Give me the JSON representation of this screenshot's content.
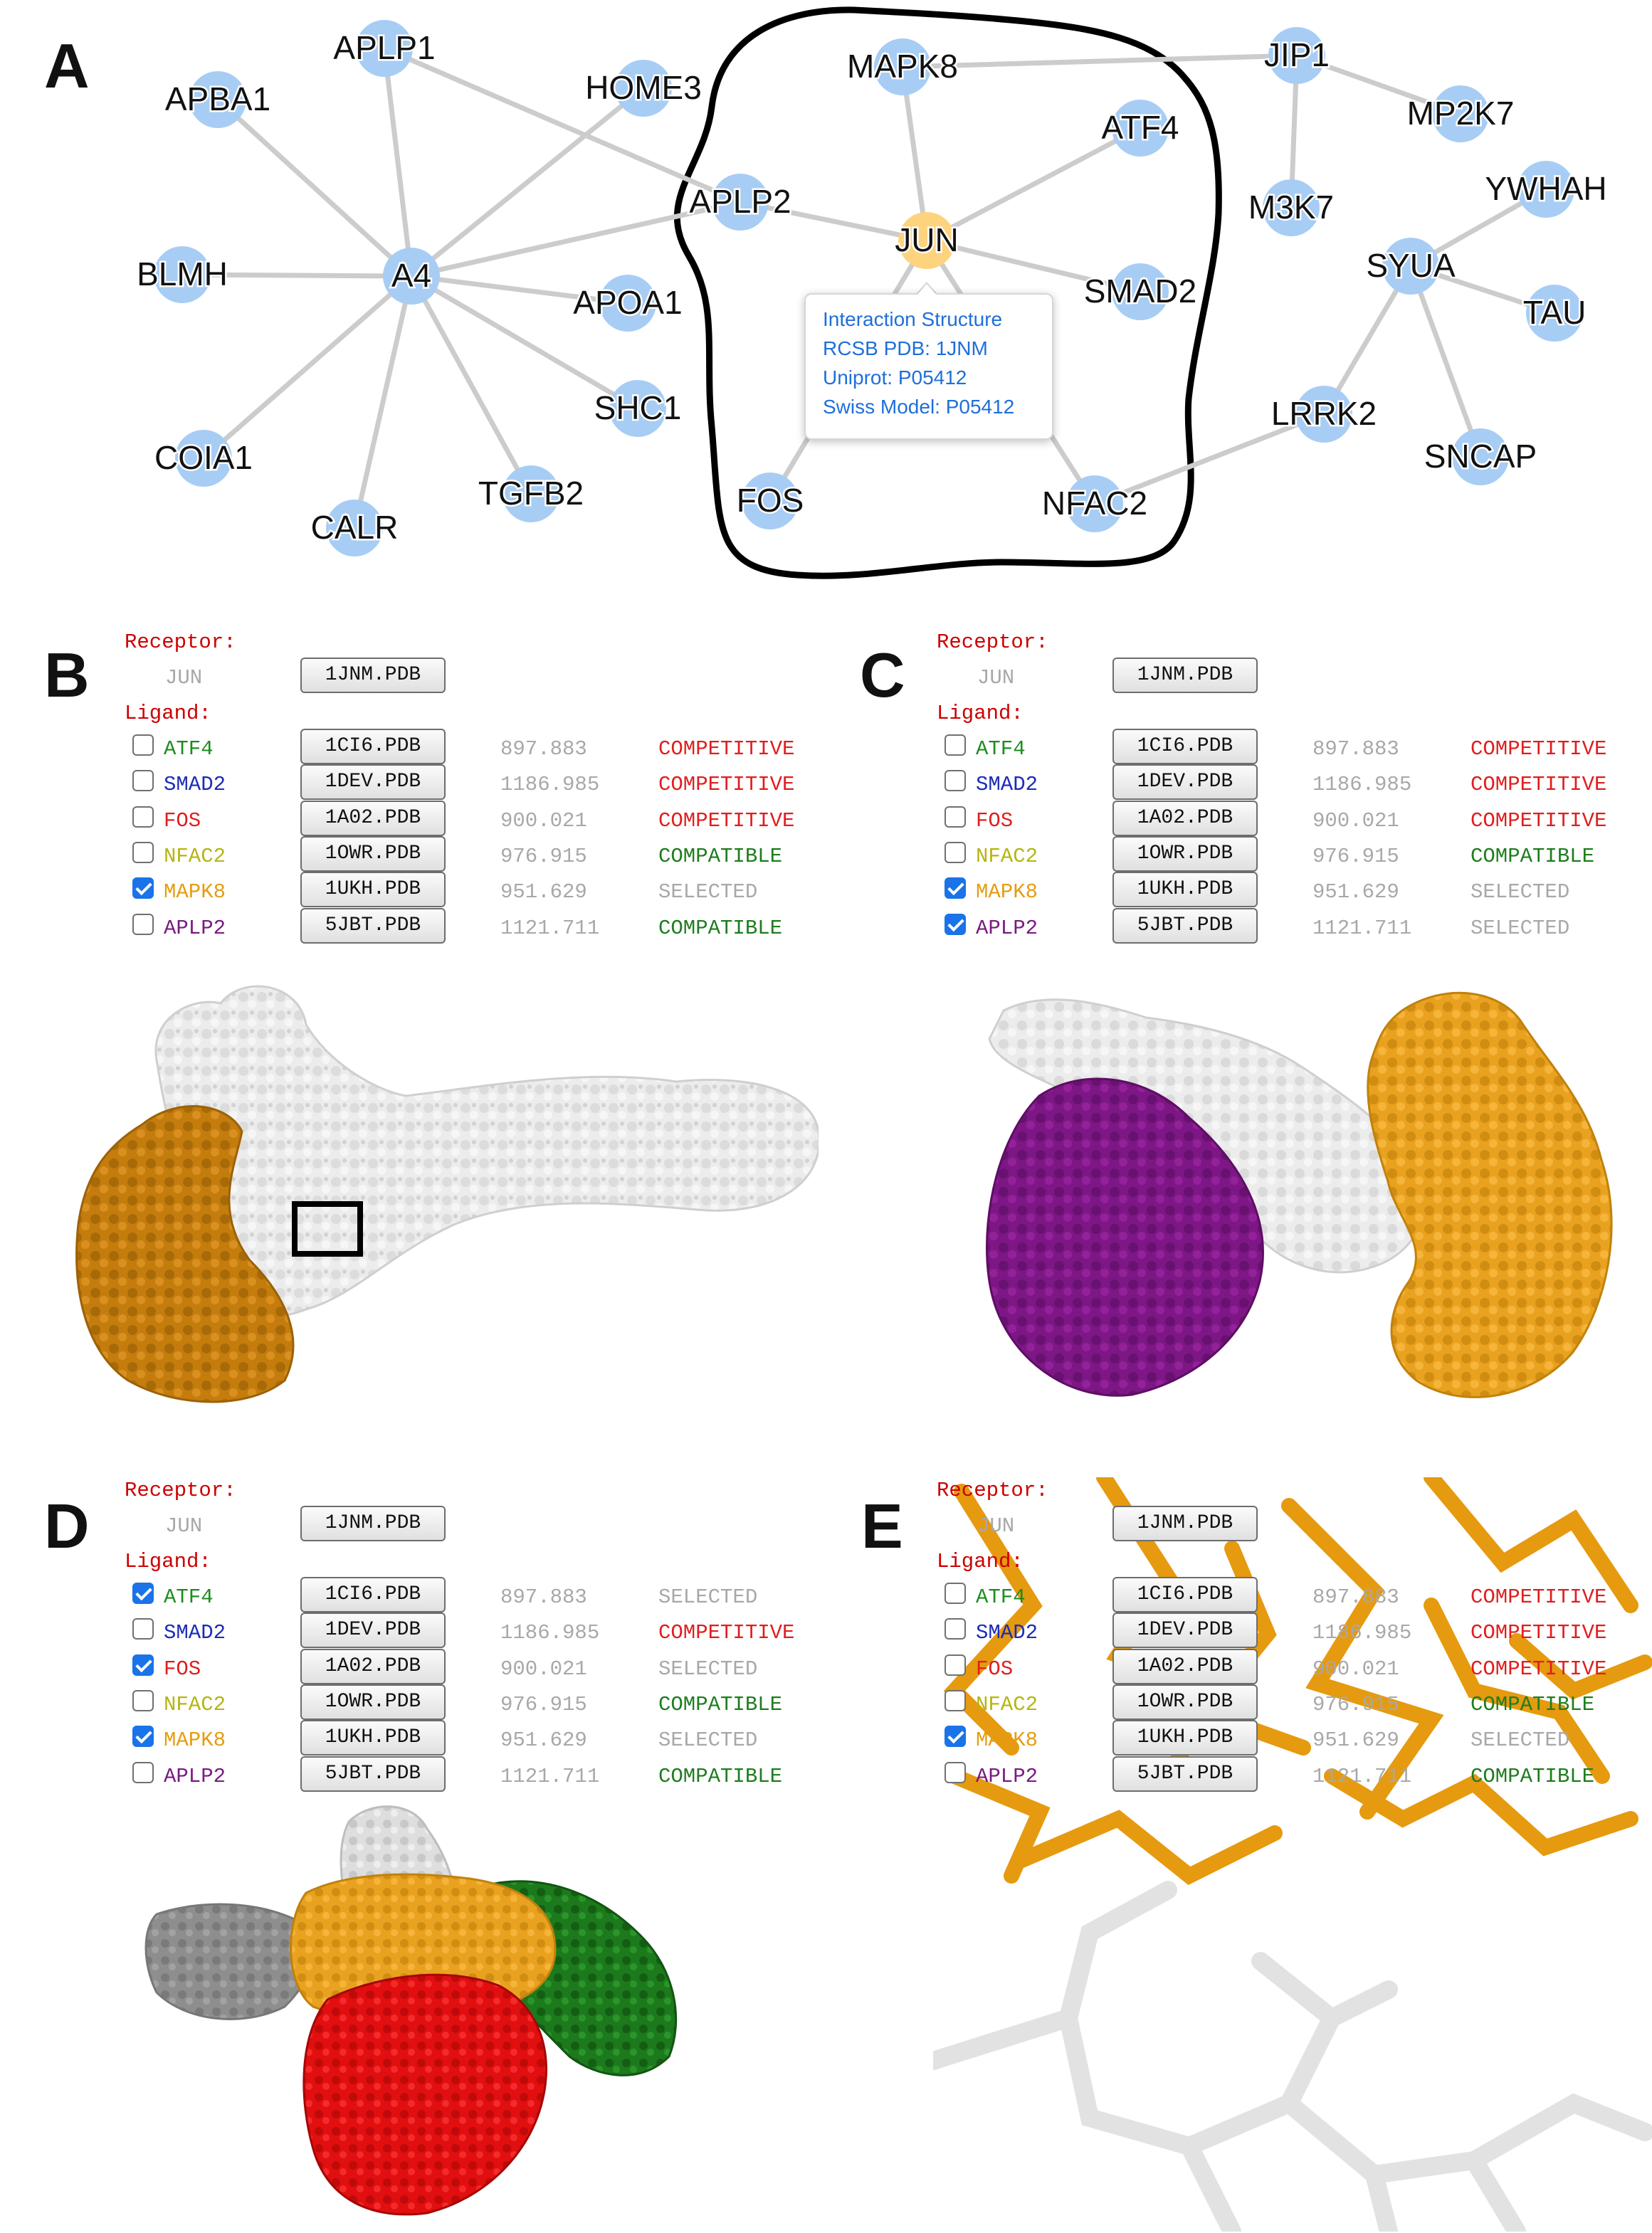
{
  "panel_labels": [
    "A",
    "B",
    "C",
    "D",
    "E"
  ],
  "network": {
    "nodes": [
      {
        "id": "APLP1",
        "label": "APLP1"
      },
      {
        "id": "APBA1",
        "label": "APBA1"
      },
      {
        "id": "HOME3",
        "label": "HOME3"
      },
      {
        "id": "BLMH",
        "label": "BLMH"
      },
      {
        "id": "A4",
        "label": "A4"
      },
      {
        "id": "APOA1",
        "label": "APOA1"
      },
      {
        "id": "COIA1",
        "label": "COIA1"
      },
      {
        "id": "SHC1",
        "label": "SHC1"
      },
      {
        "id": "TGFB2",
        "label": "TGFB2"
      },
      {
        "id": "CALR",
        "label": "CALR"
      },
      {
        "id": "MAPK8",
        "label": "MAPK8"
      },
      {
        "id": "ATF4",
        "label": "ATF4"
      },
      {
        "id": "APLP2",
        "label": "APLP2"
      },
      {
        "id": "JUN",
        "label": "JUN",
        "selected": true
      },
      {
        "id": "SMAD2",
        "label": "SMAD2"
      },
      {
        "id": "FOS",
        "label": "FOS"
      },
      {
        "id": "NFAC2",
        "label": "NFAC2"
      },
      {
        "id": "JIP1",
        "label": "JIP1"
      },
      {
        "id": "MP2K7",
        "label": "MP2K7"
      },
      {
        "id": "M3K7",
        "label": "M3K7"
      },
      {
        "id": "YWHAH",
        "label": "YWHAH"
      },
      {
        "id": "SYUA",
        "label": "SYUA"
      },
      {
        "id": "TAU",
        "label": "TAU"
      },
      {
        "id": "LRRK2",
        "label": "LRRK2"
      },
      {
        "id": "SNCAP",
        "label": "SNCAP"
      }
    ],
    "edges": [
      [
        "A4",
        "APBA1"
      ],
      [
        "A4",
        "APLP1"
      ],
      [
        "A4",
        "HOME3"
      ],
      [
        "A4",
        "BLMH"
      ],
      [
        "A4",
        "APLP2"
      ],
      [
        "A4",
        "APOA1"
      ],
      [
        "A4",
        "SHC1"
      ],
      [
        "A4",
        "TGFB2"
      ],
      [
        "A4",
        "CALR"
      ],
      [
        "A4",
        "COIA1"
      ],
      [
        "APLP1",
        "APLP2"
      ],
      [
        "APLP2",
        "JUN"
      ],
      [
        "JUN",
        "MAPK8"
      ],
      [
        "JUN",
        "ATF4"
      ],
      [
        "JUN",
        "SMAD2"
      ],
      [
        "JUN",
        "FOS"
      ],
      [
        "JUN",
        "NFAC2"
      ],
      [
        "MAPK8",
        "JIP1"
      ],
      [
        "JIP1",
        "MP2K7"
      ],
      [
        "JIP1",
        "M3K7"
      ],
      [
        "NFAC2",
        "LRRK2"
      ],
      [
        "LRRK2",
        "SYUA"
      ],
      [
        "SYUA",
        "YWHAH"
      ],
      [
        "SYUA",
        "TAU"
      ],
      [
        "SYUA",
        "SNCAP"
      ]
    ],
    "colors": {
      "node": "#a7cdf5",
      "selected_node": "#fdd37e",
      "edge": "#cccccc",
      "outline": "#000000"
    },
    "tooltip": {
      "title": "Interaction Structure",
      "lines": [
        "RCSB PDB: 1JNM",
        "Uniprot: P05412",
        "Swiss Model: P05412"
      ]
    }
  },
  "ligand_colors": {
    "ATF4": "#1e8c1e",
    "SMAD2": "#1b2bb8",
    "FOS": "#e01e1e",
    "NFAC2": "#b5b512",
    "MAPK8": "#e69c10",
    "APLP2": "#7a1a82"
  },
  "status_colors": {
    "COMPETITIVE": "#e01e1e",
    "COMPATIBLE": "#1e7d1e",
    "SELECTED": "#a8a8a8"
  },
  "panels": [
    {
      "label": "B",
      "receptor_heading": "Receptor:",
      "ligand_heading": "Ligand:",
      "receptor": {
        "name": "JUN",
        "pdb": "1JNM.PDB"
      },
      "ligands": [
        {
          "name": "ATF4",
          "pdb": "1CI6.PDB",
          "score": "897.883",
          "status": "COMPETITIVE",
          "checked": false
        },
        {
          "name": "SMAD2",
          "pdb": "1DEV.PDB",
          "score": "1186.985",
          "status": "COMPETITIVE",
          "checked": false
        },
        {
          "name": "FOS",
          "pdb": "1A02.PDB",
          "score": "900.021",
          "status": "COMPETITIVE",
          "checked": false
        },
        {
          "name": "NFAC2",
          "pdb": "1OWR.PDB",
          "score": "976.915",
          "status": "COMPATIBLE",
          "checked": false
        },
        {
          "name": "MAPK8",
          "pdb": "1UKH.PDB",
          "score": "951.629",
          "status": "SELECTED",
          "checked": true
        },
        {
          "name": "APLP2",
          "pdb": "5JBT.PDB",
          "score": "1121.711",
          "status": "COMPATIBLE",
          "checked": false
        }
      ]
    },
    {
      "label": "C",
      "receptor_heading": "Receptor:",
      "ligand_heading": "Ligand:",
      "receptor": {
        "name": "JUN",
        "pdb": "1JNM.PDB"
      },
      "ligands": [
        {
          "name": "ATF4",
          "pdb": "1CI6.PDB",
          "score": "897.883",
          "status": "COMPETITIVE",
          "checked": false
        },
        {
          "name": "SMAD2",
          "pdb": "1DEV.PDB",
          "score": "1186.985",
          "status": "COMPETITIVE",
          "checked": false
        },
        {
          "name": "FOS",
          "pdb": "1A02.PDB",
          "score": "900.021",
          "status": "COMPETITIVE",
          "checked": false
        },
        {
          "name": "NFAC2",
          "pdb": "1OWR.PDB",
          "score": "976.915",
          "status": "COMPATIBLE",
          "checked": false
        },
        {
          "name": "MAPK8",
          "pdb": "1UKH.PDB",
          "score": "951.629",
          "status": "SELECTED",
          "checked": true
        },
        {
          "name": "APLP2",
          "pdb": "5JBT.PDB",
          "score": "1121.711",
          "status": "SELECTED",
          "checked": true
        }
      ]
    },
    {
      "label": "D",
      "receptor_heading": "Receptor:",
      "ligand_heading": "Ligand:",
      "receptor": {
        "name": "JUN",
        "pdb": "1JNM.PDB"
      },
      "ligands": [
        {
          "name": "ATF4",
          "pdb": "1CI6.PDB",
          "score": "897.883",
          "status": "SELECTED",
          "checked": true
        },
        {
          "name": "SMAD2",
          "pdb": "1DEV.PDB",
          "score": "1186.985",
          "status": "COMPETITIVE",
          "checked": false
        },
        {
          "name": "FOS",
          "pdb": "1A02.PDB",
          "score": "900.021",
          "status": "SELECTED",
          "checked": true
        },
        {
          "name": "NFAC2",
          "pdb": "1OWR.PDB",
          "score": "976.915",
          "status": "COMPATIBLE",
          "checked": false
        },
        {
          "name": "MAPK8",
          "pdb": "1UKH.PDB",
          "score": "951.629",
          "status": "SELECTED",
          "checked": true
        },
        {
          "name": "APLP2",
          "pdb": "5JBT.PDB",
          "score": "1121.711",
          "status": "COMPATIBLE",
          "checked": false
        }
      ]
    },
    {
      "label": "E",
      "receptor_heading": "Receptor:",
      "ligand_heading": "Ligand:",
      "receptor": {
        "name": "JUN",
        "pdb": "1JNM.PDB"
      },
      "ligands": [
        {
          "name": "ATF4",
          "pdb": "1CI6.PDB",
          "score": "897.883",
          "status": "COMPETITIVE",
          "checked": false
        },
        {
          "name": "SMAD2",
          "pdb": "1DEV.PDB",
          "score": "1186.985",
          "status": "COMPETITIVE",
          "checked": false
        },
        {
          "name": "FOS",
          "pdb": "1A02.PDB",
          "score": "900.021",
          "status": "COMPETITIVE",
          "checked": false
        },
        {
          "name": "NFAC2",
          "pdb": "1OWR.PDB",
          "score": "976.915",
          "status": "COMPATIBLE",
          "checked": false
        },
        {
          "name": "MAPK8",
          "pdb": "1UKH.PDB",
          "score": "951.629",
          "status": "SELECTED",
          "checked": true
        },
        {
          "name": "APLP2",
          "pdb": "5JBT.PDB",
          "score": "1121.711",
          "status": "COMPATIBLE",
          "checked": false
        }
      ]
    }
  ],
  "structure_colors": {
    "receptor_surface": "#ececec",
    "mapk8_b": "#c47d0d",
    "mapk8": "#e9a21f",
    "aplp2": "#7d1785",
    "fos": "#e10f0f",
    "atf4": "#1c7a1c",
    "gray_extra": "#8e8e8e",
    "stick_ligand": "#e69a0f",
    "stick_receptor": "#e2e2e2"
  }
}
